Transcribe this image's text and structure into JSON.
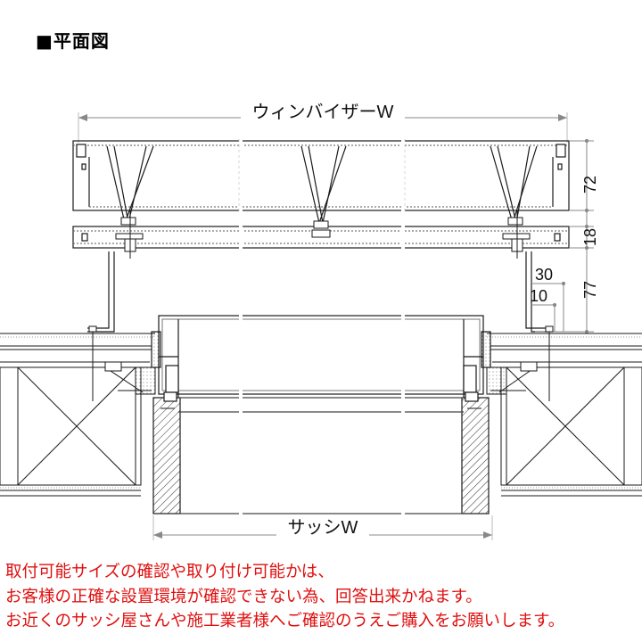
{
  "title": "■平面図",
  "dimensions": {
    "visor_width": "ウィンバイザーW",
    "sash_width": "サッシW",
    "d72": "72",
    "d18": "18",
    "d77": "77",
    "d30": "30",
    "d10": "10"
  },
  "notes": [
    "取付可能サイズの確認や取り付け可能かは、",
    "お客様の正確な設置環境が確認できない為、回答出来かねます。",
    "お近くのサッシ屋さんや施工業者様へご確認のうえご購入をお願いします。"
  ],
  "colors": {
    "line": "#1a1a1a",
    "dim": "#888888",
    "note": "#e01010"
  }
}
